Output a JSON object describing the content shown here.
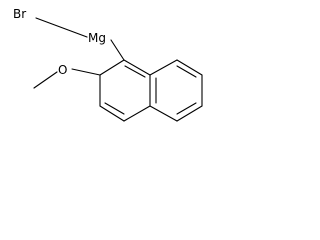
{
  "molecule": {
    "atoms": {
      "br": "Br",
      "mg": "Mg",
      "o": "O"
    }
  }
}
